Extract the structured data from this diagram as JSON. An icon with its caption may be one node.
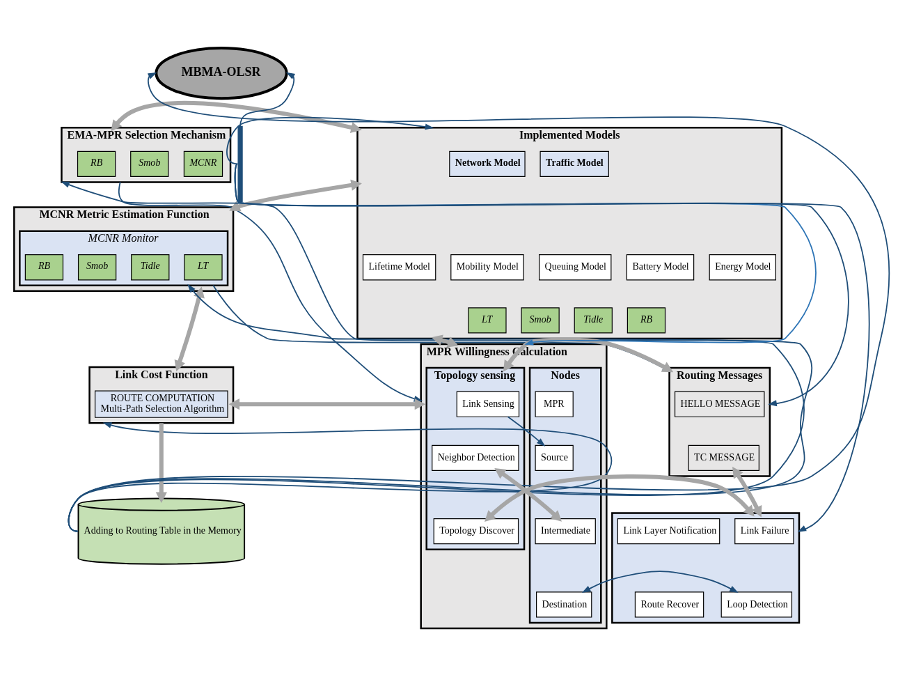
{
  "diagram": {
    "nodes": [
      {
        "text": [
          "MBMA-OLSR"
        ]
      },
      {
        "text": [
          "EMA-MPR Selection Mechanism"
        ]
      },
      {
        "text": [
          "RB"
        ],
        "in": 1
      },
      {
        "text": [
          "MCNR"
        ],
        "in": 1
      },
      {
        "text": [
          "Smob"
        ],
        "in": 1
      },
      {
        "text": [
          "MCNR Metric Estimation Function"
        ]
      },
      {
        "text": [
          "MCNR Monitor"
        ],
        "in": 5
      },
      {
        "text": [
          "LT"
        ],
        "in": 6
      },
      {
        "text": [
          "RB"
        ],
        "in": 6
      },
      {
        "text": [
          "Smob"
        ],
        "in": 6
      },
      {
        "text": [
          "Tidle"
        ],
        "in": 6
      },
      {
        "text": [
          "Link Cost Function"
        ]
      },
      {
        "text": [
          "ROUTE COMPUTATION",
          "Multi-Path Selection Algorithm"
        ],
        "in": 11
      },
      {
        "text": [
          "Adding to Routing Table in the Memory"
        ]
      },
      {
        "text": [
          "Implemented Models"
        ]
      },
      {
        "text": [
          "Network Model"
        ],
        "in": 14
      },
      {
        "text": [
          "Traffic Model"
        ],
        "in": 14
      },
      {
        "text": [
          "Queuing Model"
        ],
        "in": 14
      },
      {
        "text": [
          "Battery Model"
        ],
        "in": 14
      },
      {
        "text": [
          "RB"
        ],
        "in": 14
      },
      {
        "text": [
          "Energy Model"
        ],
        "in": 14
      },
      {
        "text": [
          "Tidle"
        ],
        "in": 14
      },
      {
        "text": [
          "Lifetime Model"
        ],
        "in": 14
      },
      {
        "text": [
          "LT"
        ],
        "in": 14
      },
      {
        "text": [
          "Mobility Model"
        ],
        "in": 14
      },
      {
        "text": [
          "Smob"
        ],
        "in": 14
      },
      {
        "text": [
          "MPR Willingness Calculation"
        ]
      },
      {
        "text": [
          "Nodes"
        ],
        "in": 26
      },
      {
        "text": [
          "MPR"
        ],
        "in": 27
      },
      {
        "text": [
          "Source"
        ],
        "in": 27
      },
      {
        "text": [
          "Intermediate"
        ],
        "in": 27
      },
      {
        "text": [
          "Destination"
        ],
        "in": 27
      },
      {
        "text": [
          "Topology sensing"
        ],
        "in": 26
      },
      {
        "text": [
          "Link Sensing"
        ],
        "in": 32
      },
      {
        "text": [
          "Neighbor Detection"
        ],
        "in": 32
      },
      {
        "text": [
          "Topology Discover"
        ],
        "in": 32
      },
      {
        "text": [
          "Routing Messages"
        ]
      },
      {
        "text": [
          "HELLO MESSAGE"
        ],
        "in": 36
      },
      {
        "text": [
          "TC MESSAGE"
        ],
        "in": 36
      },
      {
        "text": [],
        "shape": "box"
      },
      {
        "text": [
          "Link Failure"
        ],
        "in": 39
      },
      {
        "text": [
          "Link Layer Notification"
        ],
        "in": 39
      },
      {
        "text": [
          "Route Recover"
        ],
        "in": 39
      },
      {
        "text": [
          "Loop Detection"
        ],
        "in": 39
      },
      {
        "text": [],
        "shape": "bar"
      }
    ],
    "edges": [
      {
        "from": 13,
        "to": 0,
        "arrow": "to"
      },
      {
        "from": 13,
        "to": 1,
        "arrow": "to"
      },
      {
        "from": 13,
        "to": 6,
        "arrow": "to"
      },
      {
        "from": 13,
        "to": 11,
        "arrow": "to"
      },
      {
        "from": 44,
        "to": 0,
        "arrow": "to"
      },
      {
        "from": 44,
        "to": 14,
        "arrow": "to"
      },
      {
        "from": 44,
        "to": 36,
        "arrow": "to"
      },
      {
        "from": 44,
        "to": 39,
        "arrow": "to"
      },
      {
        "from": 44,
        "to": 26,
        "arrow": "to",
        "color": "#2e75b6"
      },
      {
        "from": 1,
        "to": 14,
        "arrow": "both",
        "style": "thick",
        "color": "#a6a6a6"
      },
      {
        "from": 5,
        "to": 14,
        "arrow": "both",
        "style": "thick",
        "color": "#a6a6a6"
      },
      {
        "from": 5,
        "to": 11,
        "arrow": "both",
        "style": "thick",
        "color": "#a6a6a6"
      },
      {
        "from": 11,
        "to": 26,
        "arrow": "both",
        "style": "thick",
        "color": "#a6a6a6"
      },
      {
        "from": 11,
        "to": 13,
        "arrow": "to",
        "style": "thick",
        "color": "#a6a6a6"
      },
      {
        "from": 14,
        "to": 26,
        "arrow": "both",
        "style": "thick",
        "color": "#a6a6a6"
      },
      {
        "from": 32,
        "to": 36,
        "arrow": "both",
        "style": "thick",
        "color": "#a6a6a6"
      },
      {
        "from": 30,
        "to": 34,
        "arrow": "both",
        "style": "thick",
        "color": "#a6a6a6"
      },
      {
        "from": 35,
        "to": 39,
        "arrow": "both",
        "style": "thick",
        "color": "#a6a6a6"
      },
      {
        "from": 38,
        "to": 39,
        "arrow": "both",
        "style": "thick",
        "color": "#a6a6a6"
      },
      {
        "from": 1,
        "to": 26,
        "arrow": "to"
      },
      {
        "from": 6,
        "to": 36,
        "arrow": "to"
      },
      {
        "from": 26,
        "to": 29,
        "arrow": "to"
      },
      {
        "from": 31,
        "to": 43,
        "arrow": "both"
      }
    ]
  }
}
